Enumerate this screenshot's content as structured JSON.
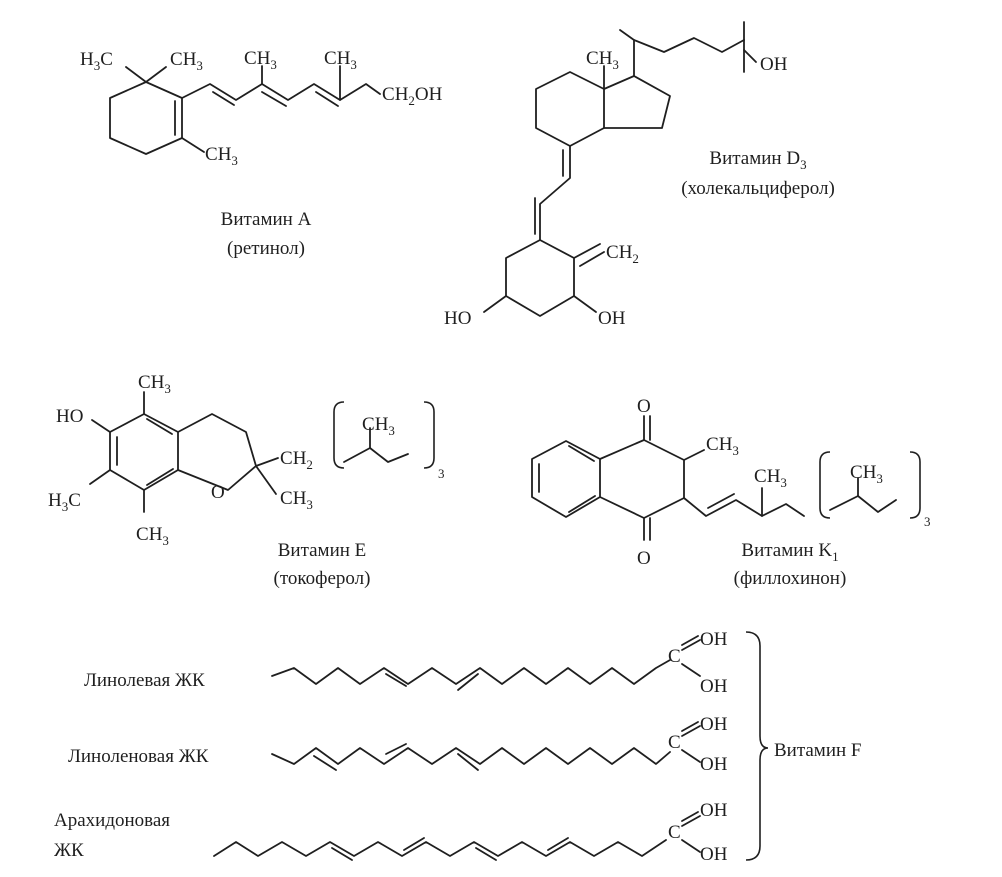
{
  "vitamin_a": {
    "name": "Витамин A",
    "alt": "(ретинол)",
    "atoms": {
      "h3c": "H3C",
      "ch3_a": "CH3",
      "ch3_b": "CH3",
      "ch3_c": "CH3",
      "ch3_ring": "CH3",
      "ch2oh": "CH2OH"
    }
  },
  "vitamin_d3": {
    "name": "Витамин D3",
    "alt": "(холекальциферол)",
    "atoms": {
      "ch3": "CH3",
      "oh_top": "OH",
      "ch2": "CH2",
      "ho": "HO",
      "oh": "OH"
    }
  },
  "vitamin_e": {
    "name": "Витамин E",
    "alt": "(токоферол)",
    "atoms": {
      "ch3_top": "CH3",
      "ho": "HO",
      "h3c": "H3C",
      "ch3_bottom": "CH3",
      "o": "O",
      "ch2": "CH2",
      "ch3_c2": "CH3",
      "ch3_repeat": "CH3"
    },
    "repeat_count": "3"
  },
  "vitamin_k1": {
    "name": "Витамин K1",
    "alt": "(филлохинон)",
    "atoms": {
      "o_top": "O",
      "o_bottom": "O",
      "ch3_ring": "CH3",
      "ch3_chain": "CH3",
      "ch3_repeat": "CH3"
    },
    "repeat_count": "3"
  },
  "vitamin_f": {
    "brace_label": "Витамин F",
    "acids": [
      {
        "name": "Линолевая ЖК",
        "oh_top": "OH",
        "oh_bottom": "OH",
        "c": "C"
      },
      {
        "name": "Линоленовая ЖК",
        "oh_top": "OH",
        "oh_bottom": "OH",
        "c": "C"
      },
      {
        "name_line1": "Арахидоновая",
        "name_line2": "ЖК",
        "oh_top": "OH",
        "oh_bottom": "OH",
        "c": "C"
      }
    ]
  }
}
